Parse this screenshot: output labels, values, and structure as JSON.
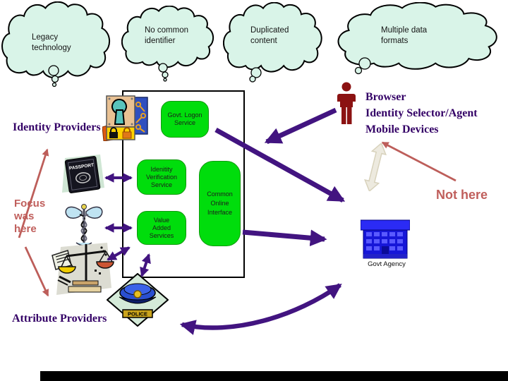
{
  "slide_title": "Identity framework diagram",
  "colors": {
    "cloud_fill": "#d9f4e8",
    "service_green": "#00dd0c",
    "arrow_purple": "#421480",
    "accent_rose": "#bd5e5a",
    "heading_purple": "#330066",
    "person_red": "#8b1212",
    "building_blue": "#1a1ae6",
    "cream_arrow": "#edeadf"
  },
  "clouds": [
    {
      "name": "legacy-technology",
      "lines": [
        "Legacy",
        "technology"
      ]
    },
    {
      "name": "no-common-identifier",
      "lines": [
        "No common",
        "identifier"
      ]
    },
    {
      "name": "duplicated-content",
      "lines": [
        "Duplicated",
        "content"
      ]
    },
    {
      "name": "multiple-data-formats",
      "lines": [
        "Multiple data",
        "formats"
      ]
    }
  ],
  "services": [
    {
      "name": "govt-logon-service",
      "lines": [
        "Govt. Logon",
        "Service"
      ]
    },
    {
      "name": "identity-verification-service",
      "lines": [
        "Idenitity",
        "Verification",
        "Service"
      ]
    },
    {
      "name": "value-added-services",
      "lines": [
        "Value",
        "Added",
        "Services"
      ]
    },
    {
      "name": "common-online-interface",
      "lines": [
        "Common",
        "Online",
        "Interface"
      ]
    }
  ],
  "labels": {
    "identity_providers": "Identity Providers",
    "attribute_providers": "Attribute Providers",
    "focus_lines": [
      "Focus",
      "was",
      "here"
    ],
    "browser_lines": [
      "Browser",
      "Identity Selector/Agent",
      "Mobile Devices"
    ],
    "not_here": "Not here",
    "govt_agency": "Govt Agency",
    "police_badge": "POLICE",
    "passport_title": "PASSPORT"
  },
  "cliparts": [
    "secure-door-lock",
    "passport",
    "caduceus-medical",
    "scales-of-justice",
    "police-cap",
    "government-building",
    "person-user"
  ]
}
